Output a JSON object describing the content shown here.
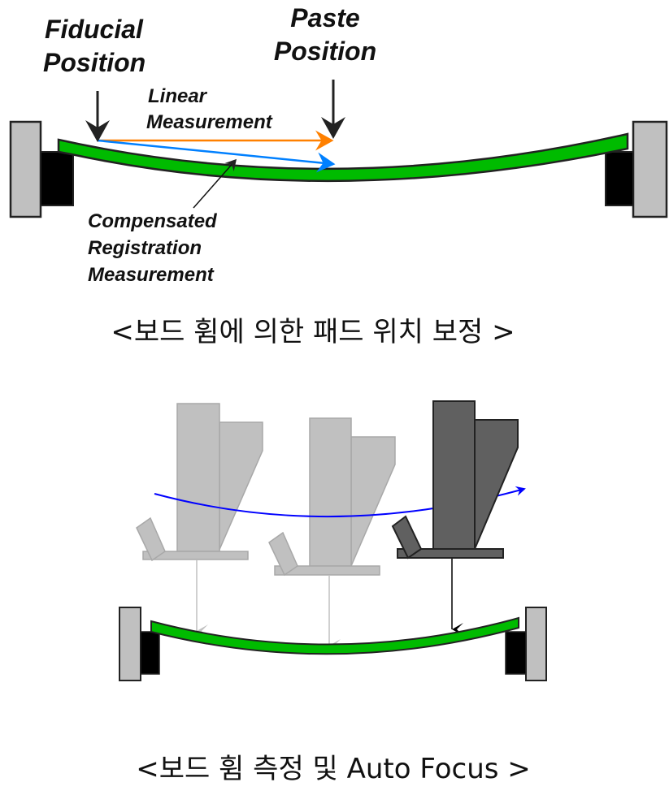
{
  "top_diagram": {
    "labels": {
      "fiducial_line1": "Fiducial",
      "fiducial_line2": "Position",
      "paste_line1": "Paste",
      "paste_line2": "Position",
      "linear_line1": "Linear",
      "linear_line2": "Measurement",
      "compensated_line1": "Compensated",
      "compensated_line2": "Registration",
      "compensated_line3": "Measurement"
    },
    "caption": "<보드 휨에 의한 패드 위치 보정 >"
  },
  "bottom_diagram": {
    "caption": "<보드 휨 측정 및 Auto Focus >"
  },
  "colors": {
    "board": "#00bb00",
    "clamp": "#c0c0c0",
    "linear_arrow": "#ff8000",
    "compensated_arrow": "#0080ff",
    "scan_path": "#0000ff",
    "head_ghost": "#c0c0c0",
    "head_active": "#606060"
  }
}
